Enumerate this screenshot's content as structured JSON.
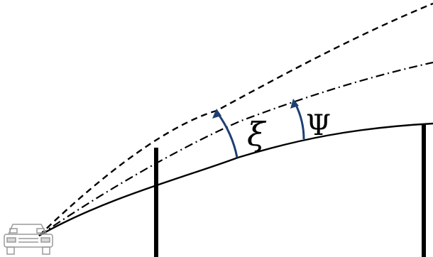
{
  "diagram": {
    "labels": {
      "xi": "ξ",
      "psi": "Ψ"
    },
    "colors": {
      "background": "#ffffff",
      "lines": "#000000",
      "angle_arrows": "#1f3f73",
      "car_outline": "#9a9a9a"
    },
    "elements": {
      "car": "car-icon",
      "posts": 2,
      "curves": [
        "road-curve",
        "dashed-curve",
        "dash-dot-curve"
      ],
      "angle_arrows": 2
    }
  }
}
